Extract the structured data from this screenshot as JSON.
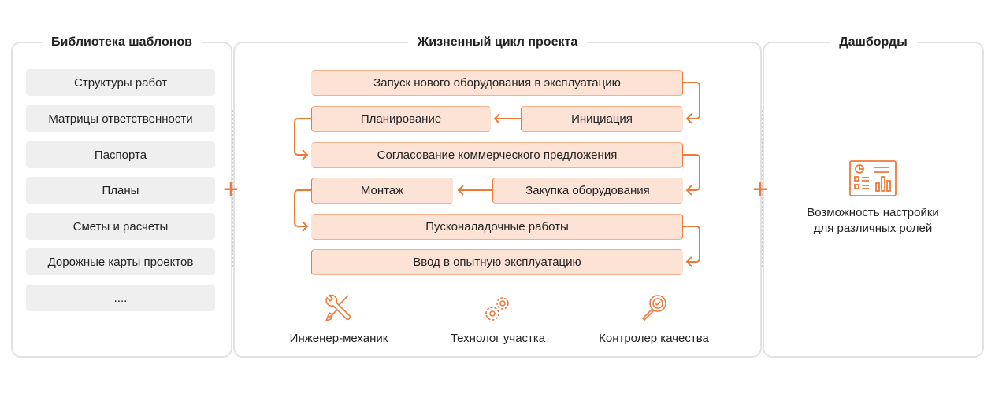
{
  "library": {
    "title": "Библиотека шаблонов",
    "items": [
      "Структуры работ",
      "Матрицы ответственности",
      "Паспорта",
      "Планы",
      "Сметы и расчеты",
      "Дорожные карты проектов",
      "...."
    ]
  },
  "lifecycle": {
    "title": "Жизненный цикл проекта",
    "steps": [
      "Запуск нового оборудования в эксплуатацию",
      "Планирование",
      "Инициация",
      "Согласование коммерческого предложения",
      "Монтаж",
      "Закупка оборудования",
      "Пусконаладочные работы",
      "Ввод в опытную эксплуатацию"
    ],
    "roles": [
      "Инженер-механик",
      "Технолог участка",
      "Контролер качества"
    ]
  },
  "dashboards": {
    "title": "Дашборды",
    "caption_line1": "Возможность настройки",
    "caption_line2": "для различных ролей"
  },
  "plus": "+",
  "accent": "#ee7a3a"
}
